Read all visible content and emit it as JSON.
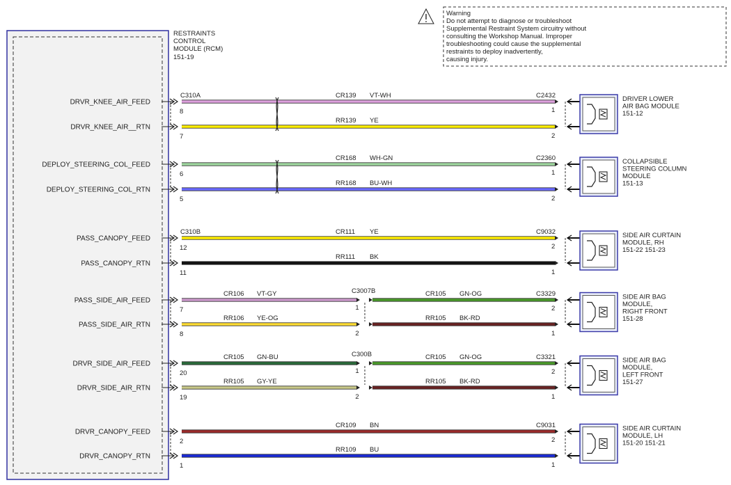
{
  "warning": {
    "title": "Warning",
    "lines": [
      "Do not attempt to diagnose or troubleshoot",
      "Supplemental Restraint System circuitry without",
      "consulting the Workshop Manual. Improper",
      "troubleshooting could cause the supplemental",
      "restraints to deploy inadvertently,",
      "causing injury."
    ]
  },
  "rcm": {
    "lines": [
      "RESTRAINTS",
      "CONTROL",
      "MODULE (RCM)",
      "151-19"
    ]
  },
  "colors": {
    "VT-WH": "#dda0dd",
    "YE": "#ffee00",
    "WH-GN": "#9fd79f",
    "BU-WH": "#6a6aff",
    "BK": "#111111",
    "VT-GY": "#cc99cc",
    "YE-OG": "#ffdd33",
    "GN-OG": "#4a9a2a",
    "BK-RD": "#6a2222",
    "GN-BU": "#2a6a3a",
    "GY-YE": "#c8c888",
    "BN": "#9b2a2a",
    "BU": "#1a2ad8"
  },
  "groups": [
    {
      "rcm_connector": "C310A",
      "far_connector": "C2432",
      "module": [
        "DRIVER LOWER",
        "AIR BAG MODULE",
        "151-12"
      ],
      "twisted": true,
      "wires": [
        {
          "signal": "DRVR_KNEE_AIR_FEED",
          "pin": "8",
          "circuit": "CR139",
          "color": "VT-WH",
          "far_pin": "1"
        },
        {
          "signal": "DRVR_KNEE_AIR__RTN",
          "pin": "7",
          "circuit": "RR139",
          "color": "YE",
          "far_pin": "2"
        }
      ]
    },
    {
      "rcm_connector": "",
      "far_connector": "C2360",
      "module": [
        "COLLAPSIBLE",
        "STEERING COLUMN",
        "MODULE",
        "151-13"
      ],
      "twisted": true,
      "wires": [
        {
          "signal": "DEPLOY_STEERING_COL_FEED",
          "pin": "6",
          "circuit": "CR168",
          "color": "WH-GN",
          "far_pin": "1"
        },
        {
          "signal": "DEPLOY_STEERING_COL_RTN",
          "pin": "5",
          "circuit": "RR168",
          "color": "BU-WH",
          "far_pin": "2"
        }
      ]
    },
    {
      "rcm_connector": "C310B",
      "far_connector": "C9032",
      "module": [
        "SIDE AIR CURTAIN",
        "MODULE, RH",
        "151-22   151-23"
      ],
      "twisted": false,
      "wires": [
        {
          "signal": "PASS_CANOPY_FEED",
          "pin": "12",
          "circuit": "CR111",
          "color": "YE",
          "far_pin": "2"
        },
        {
          "signal": "PASS_CANOPY_RTN",
          "pin": "11",
          "circuit": "RR111",
          "color": "BK",
          "far_pin": "1"
        }
      ]
    },
    {
      "rcm_connector": "",
      "mid_connector": "C3007B",
      "far_connector": "C3329",
      "module": [
        "SIDE AIR BAG",
        "MODULE,",
        "RIGHT FRONT",
        "151-28"
      ],
      "twisted": false,
      "wires": [
        {
          "signal": "PASS_SIDE_AIR_FEED",
          "pin": "7",
          "circuit": "CR106",
          "color": "VT-GY",
          "mid_pin": "1",
          "circuit2": "CR105",
          "color2": "GN-OG",
          "far_pin": "2"
        },
        {
          "signal": "PASS_SIDE_AIR_RTN",
          "pin": "8",
          "circuit": "RR106",
          "color": "YE-OG",
          "mid_pin": "2",
          "circuit2": "RR105",
          "color2": "BK-RD",
          "far_pin": "1"
        }
      ]
    },
    {
      "rcm_connector": "",
      "mid_connector": "C300B",
      "far_connector": "C3321",
      "module": [
        "SIDE AIR BAG",
        "MODULE,",
        "LEFT FRONT",
        "151-27"
      ],
      "twisted": false,
      "wires": [
        {
          "signal": "DRVR_SIDE_AIR_FEED",
          "pin": "20",
          "circuit": "CR105",
          "color": "GN-BU",
          "mid_pin": "1",
          "circuit2": "CR105",
          "color2": "GN-OG",
          "far_pin": "2"
        },
        {
          "signal": "DRVR_SIDE_AIR_RTN",
          "pin": "19",
          "circuit": "RR105",
          "color": "GY-YE",
          "mid_pin": "2",
          "circuit2": "RR105",
          "color2": "BK-RD",
          "far_pin": "1"
        }
      ]
    },
    {
      "rcm_connector": "",
      "far_connector": "C9031",
      "module": [
        "SIDE AIR CURTAIN",
        "MODULE, LH",
        "151-20   151-21"
      ],
      "twisted": false,
      "wires": [
        {
          "signal": "DRVR_CANOPY_FEED",
          "pin": "2",
          "circuit": "CR109",
          "color": "BN",
          "far_pin": "2"
        },
        {
          "signal": "DRVR_CANOPY_RTN",
          "pin": "1",
          "circuit": "RR109",
          "color": "BU",
          "far_pin": "1"
        }
      ]
    }
  ]
}
